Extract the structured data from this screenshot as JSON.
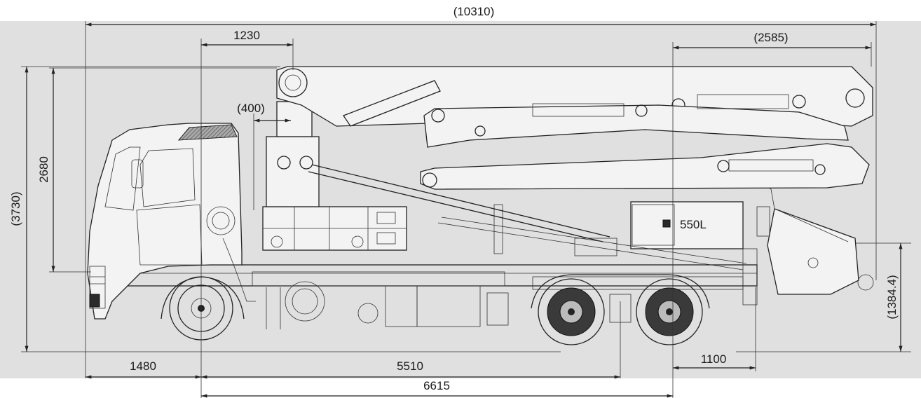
{
  "dimensions": {
    "overall_length": "(10310)",
    "cab_to_mast": "1230",
    "boom_tip_overhang": "(2585)",
    "mast_offset": "(400)",
    "overall_height": "(3730)",
    "frame_height": "2680",
    "hopper_height": "(1384.4)",
    "front_overhang": "1480",
    "wheelbase": "5510",
    "front_to_rear_axle": "6615",
    "rear_overhang": "1100"
  },
  "labels": {
    "water_tank": "550L"
  }
}
